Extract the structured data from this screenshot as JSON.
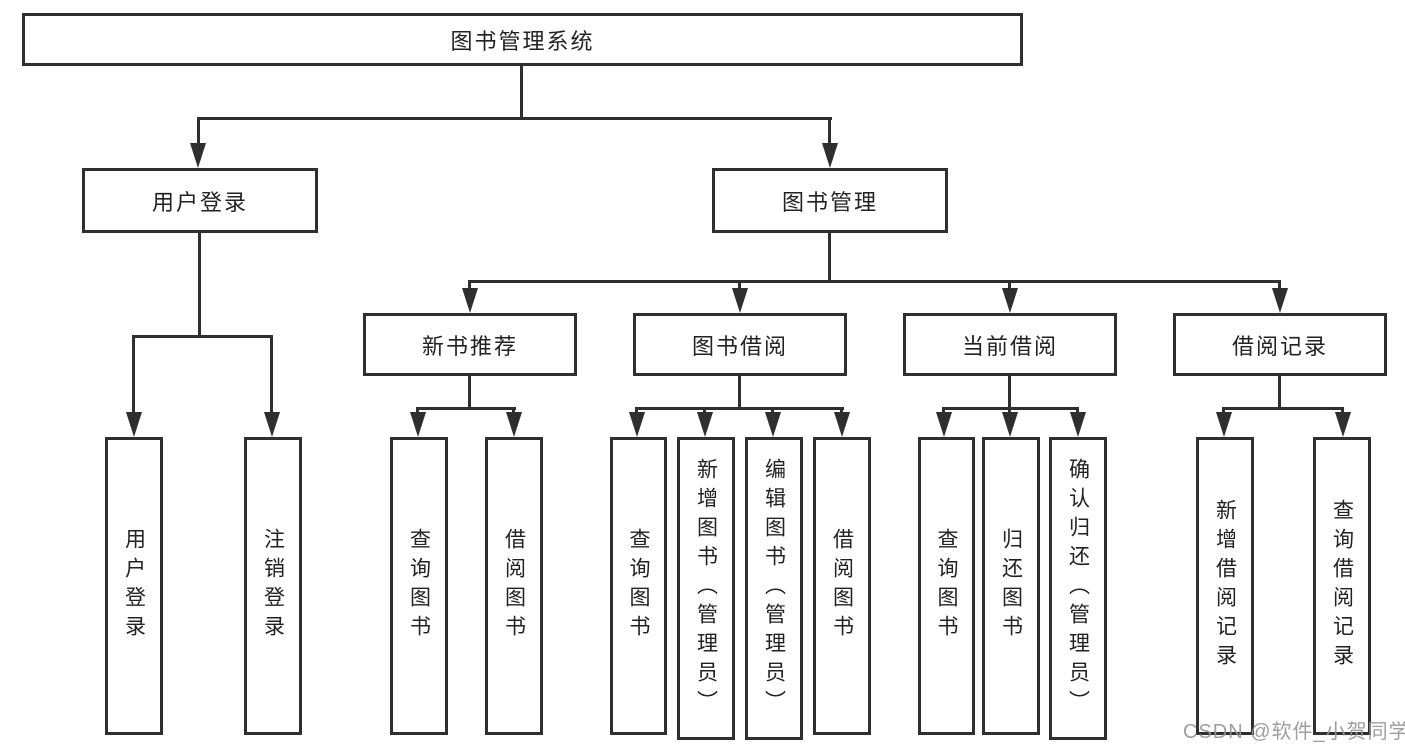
{
  "diagram": {
    "title": "图书管理系统",
    "root": {
      "label": "图书管理系统"
    },
    "level2": [
      {
        "label": "用户登录"
      },
      {
        "label": "图书管理"
      }
    ],
    "level3": [
      {
        "label": "新书推荐"
      },
      {
        "label": "图书借阅"
      },
      {
        "label": "当前借阅"
      },
      {
        "label": "借阅记录"
      }
    ],
    "leaves": {
      "user_login": [
        {
          "label": "用户登录"
        },
        {
          "label": "注销登录"
        }
      ],
      "new_book": [
        {
          "label": "查询图书"
        },
        {
          "label": "借阅图书"
        }
      ],
      "book_borrow": [
        {
          "label": "查询图书"
        },
        {
          "label": "新增图书（管理员）"
        },
        {
          "label": "编辑图书（管理员）"
        },
        {
          "label": "借阅图书"
        }
      ],
      "current_borrow": [
        {
          "label": "查询图书"
        },
        {
          "label": "归还图书"
        },
        {
          "label": "确认归还（管理员）"
        }
      ],
      "borrow_record": [
        {
          "label": "新增借阅记录"
        },
        {
          "label": "查询借阅记录"
        }
      ]
    },
    "line_color": "#2f2f2f"
  },
  "watermark": {
    "text": "CSDN @软件_小贺同学",
    "color": "#969696"
  }
}
